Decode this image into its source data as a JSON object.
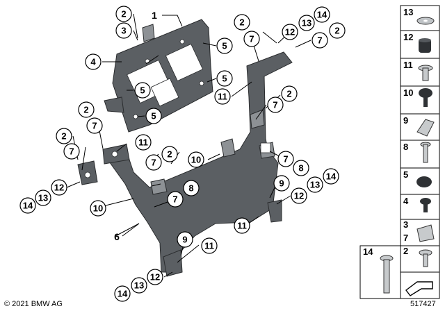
{
  "callouts": {
    "c1": "1",
    "c2a": "2",
    "c3a": "3",
    "c4": "4",
    "c5a": "5",
    "c5b": "5",
    "c5c": "5",
    "c5d": "5",
    "c2b": "2",
    "c7b": "7",
    "c14a": "14",
    "c12a": "12",
    "c13a": "13",
    "c2c": "2",
    "c7c": "7",
    "c11a": "11",
    "c2d": "2",
    "c7d": "7",
    "c2e": "2",
    "c7e": "7",
    "c11b": "11",
    "c2f": "2",
    "c7f": "7",
    "c2g": "2",
    "c7g": "7",
    "c10a": "10",
    "c7h": "7",
    "c8a": "8",
    "c7i": "7",
    "c8b": "8",
    "c12b": "12",
    "c13b": "13",
    "c14b": "14",
    "c10b": "10",
    "c6": "6",
    "c9a": "9",
    "c13c": "13",
    "c14c": "14",
    "c12c": "12",
    "c11c": "11",
    "c9b": "9",
    "c11d": "11",
    "c14d": "14",
    "c13d": "13",
    "c12d": "12"
  },
  "legend": {
    "items": [
      "13",
      "12",
      "11",
      "10",
      "9",
      "8",
      "5",
      "4",
      "3",
      "7",
      "2",
      "14"
    ]
  },
  "footer": {
    "copyright": "© 2021 BMW AG",
    "diagram_number": "517427"
  },
  "colors": {
    "part": "#5b5f63",
    "part_light": "#8d9195",
    "outline": "#000000"
  }
}
